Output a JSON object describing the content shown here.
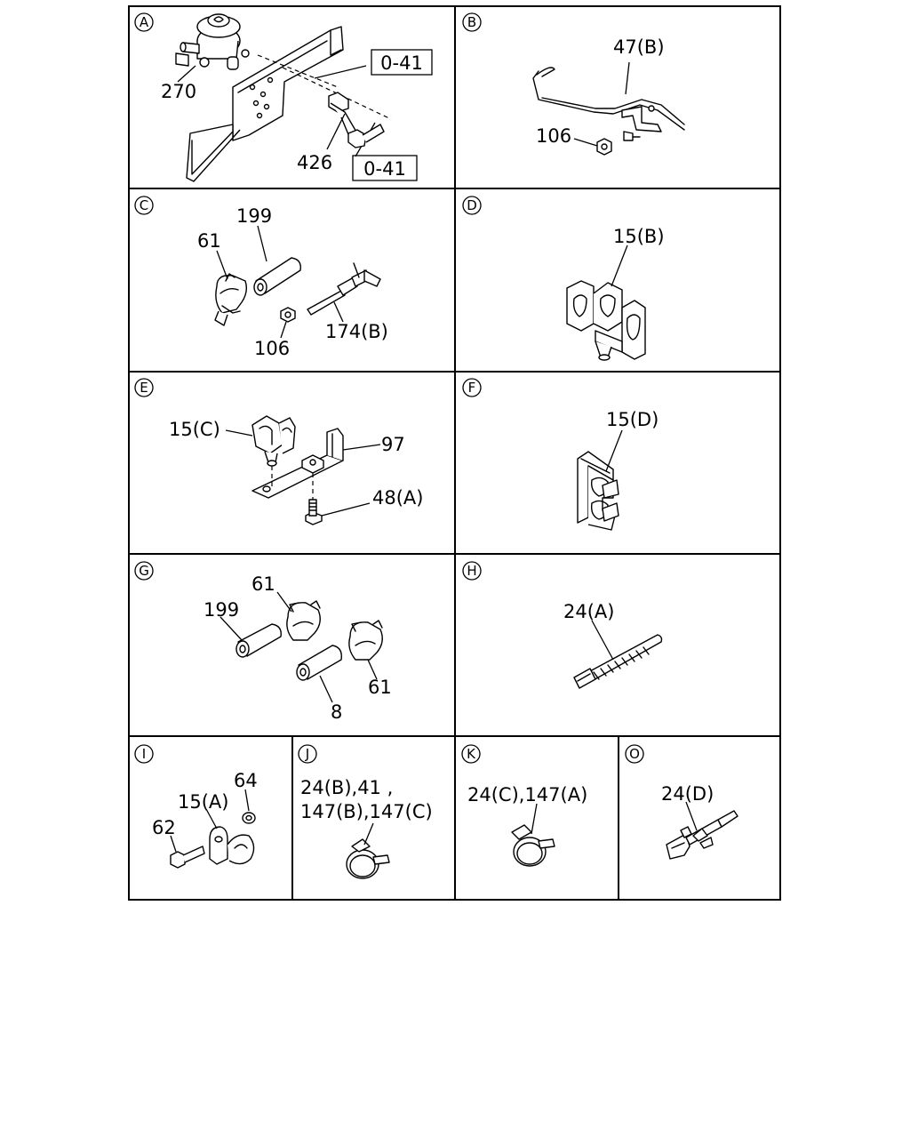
{
  "panels": {
    "A": {
      "letter": "A",
      "callouts": {
        "p270": "270",
        "p426": "426",
        "ref1": "0-41",
        "ref2": "0-41"
      }
    },
    "B": {
      "letter": "B",
      "callouts": {
        "p47b": "47(B)",
        "p106": "106"
      }
    },
    "C": {
      "letter": "C",
      "callouts": {
        "p199": "199",
        "p61": "61",
        "p106": "106",
        "p174b": "174(B)"
      }
    },
    "D": {
      "letter": "D",
      "callouts": {
        "p15b": "15(B)"
      }
    },
    "E": {
      "letter": "E",
      "callouts": {
        "p15c": "15(C)",
        "p97": "97",
        "p48a": "48(A)"
      }
    },
    "F": {
      "letter": "F",
      "callouts": {
        "p15d": "15(D)"
      }
    },
    "G": {
      "letter": "G",
      "callouts": {
        "p61a": "61",
        "p199": "199",
        "p61b": "61",
        "p8": "8"
      }
    },
    "H": {
      "letter": "H",
      "callouts": {
        "p24a": "24(A)"
      }
    },
    "I": {
      "letter": "I",
      "callouts": {
        "p64": "64",
        "p15a": "15(A)",
        "p62": "62"
      }
    },
    "J": {
      "letter": "J",
      "callouts": {
        "line1": "24(B),41 ,",
        "line2": "147(B),147(C)"
      }
    },
    "K": {
      "letter": "K",
      "callouts": {
        "line1": "24(C),147(A)"
      }
    },
    "O": {
      "letter": "O",
      "callouts": {
        "p24d": "24(D)"
      }
    }
  }
}
